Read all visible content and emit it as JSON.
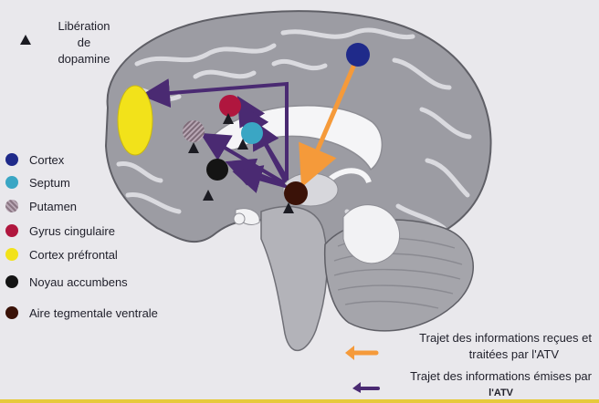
{
  "release": {
    "line1": "Libération",
    "line2": "de",
    "line3": "dopamine"
  },
  "legend": [
    {
      "label": "Cortex",
      "color": "#1f2a8a"
    },
    {
      "label": "Septum",
      "color": "#3aa6c4"
    },
    {
      "label": "Putamen",
      "color": "#8a7683"
    },
    {
      "label": "Gyrus cingulaire",
      "color": "#b0163e"
    },
    {
      "label": "Cortex préfrontal",
      "color": "#f2e21a"
    },
    {
      "label": "Noyau accumbens",
      "color": "#141414"
    },
    {
      "label": "Aire tegmentale ventrale",
      "color": "#3a1208"
    }
  ],
  "paths": {
    "received": {
      "line1": "Trajet des informations reçues et",
      "line2": "traitées par l'ATV",
      "color": "#f59a3a"
    },
    "emitted": {
      "line1": "Trajet des informations émises par",
      "line2": "l'ATV",
      "color": "#4a2a72"
    }
  }
}
